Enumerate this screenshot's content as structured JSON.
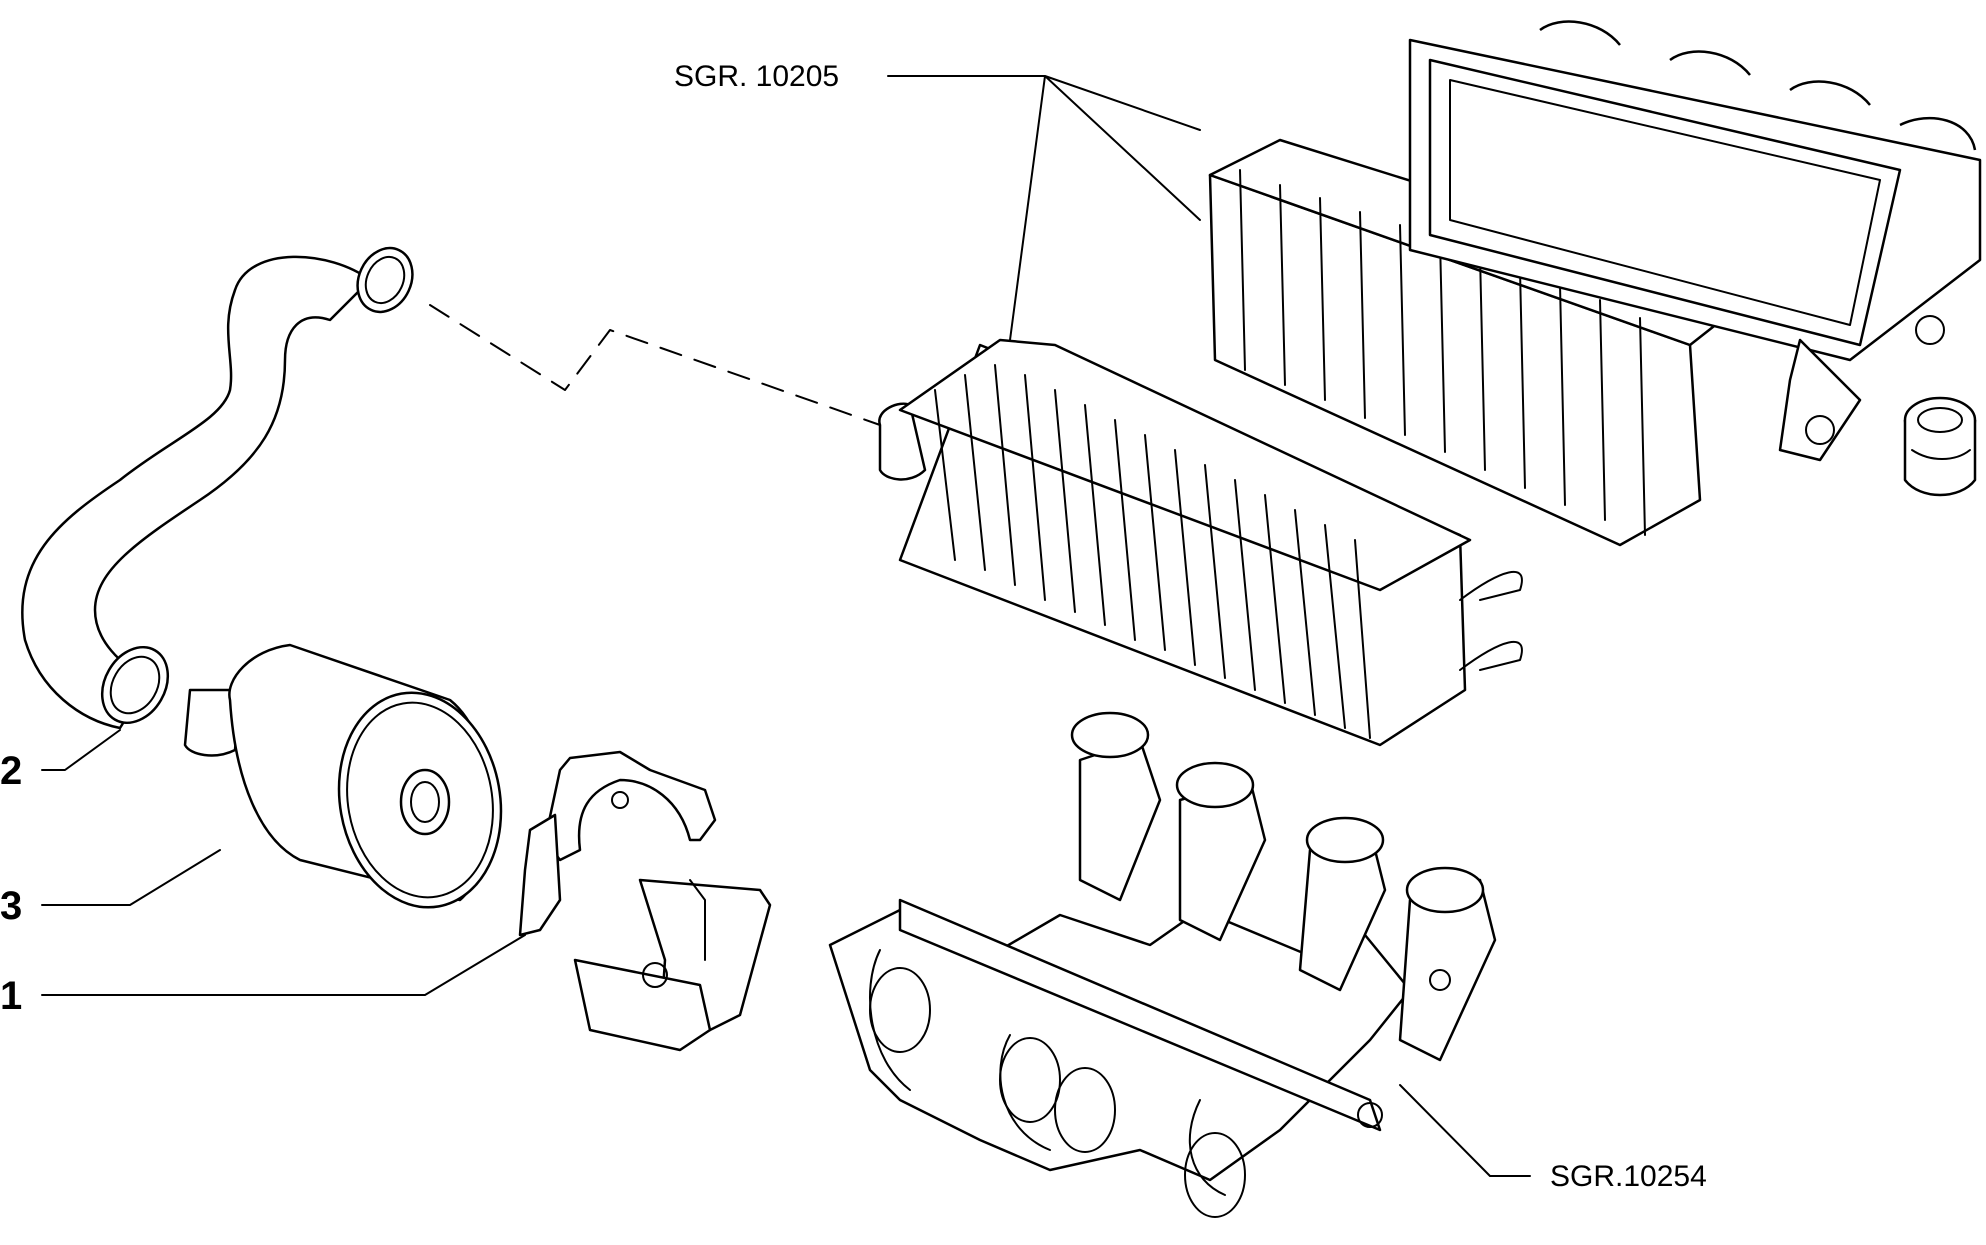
{
  "callouts": {
    "item_1": "1",
    "item_2": "2",
    "item_3": "3",
    "ref_top": "SGR. 10205",
    "ref_bottom": "SGR.10254"
  },
  "colors": {
    "line": "#000000",
    "background": "#ffffff"
  }
}
